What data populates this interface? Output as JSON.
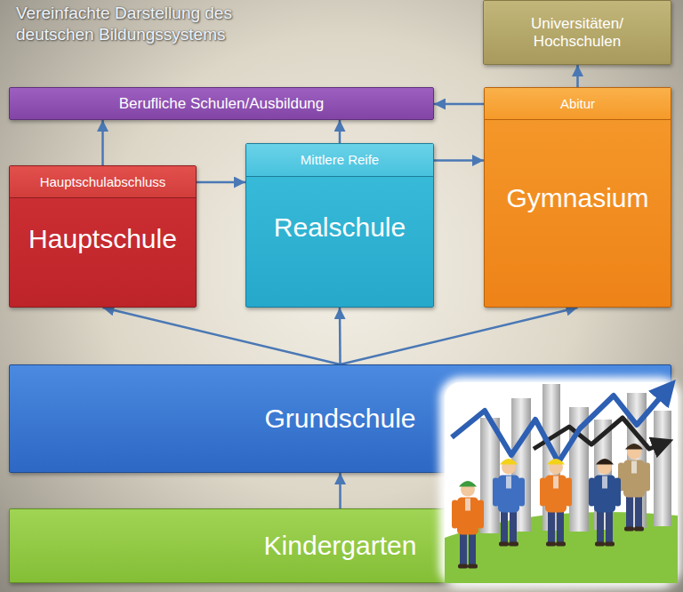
{
  "diagram": {
    "title": "Vereinfachte Darstellung des deutschen Bildungssystems",
    "nodes": [
      {
        "text": [
          "Universitäten/ Hochschulen"
        ]
      },
      {
        "text": [
          "Berufliche Schulen/Ausbildung"
        ]
      },
      {
        "text": [
          "Hauptschulabschluss",
          "Hauptschule"
        ]
      },
      {
        "text": [
          "Mittlere Reife",
          "Realschule"
        ]
      },
      {
        "text": [
          "Abitur",
          "Gymnasium"
        ]
      },
      {
        "text": [
          "Grundschule"
        ]
      },
      {
        "text": [
          "Kindergarten"
        ]
      }
    ],
    "edges": [
      {
        "from": 6,
        "to": 5,
        "arrow": "to"
      },
      {
        "from": 5,
        "to": 2,
        "arrow": "to"
      },
      {
        "from": 5,
        "to": 3,
        "arrow": "to"
      },
      {
        "from": 5,
        "to": 4,
        "arrow": "to"
      },
      {
        "from": 2,
        "to": 1,
        "arrow": "to"
      },
      {
        "from": 3,
        "to": 1,
        "arrow": "to"
      },
      {
        "from": 2,
        "to": 3,
        "arrow": "to"
      },
      {
        "from": 3,
        "to": 4,
        "arrow": "to"
      },
      {
        "from": 4,
        "to": 1,
        "arrow": "to"
      },
      {
        "from": 4,
        "to": 0,
        "arrow": "to"
      }
    ]
  }
}
